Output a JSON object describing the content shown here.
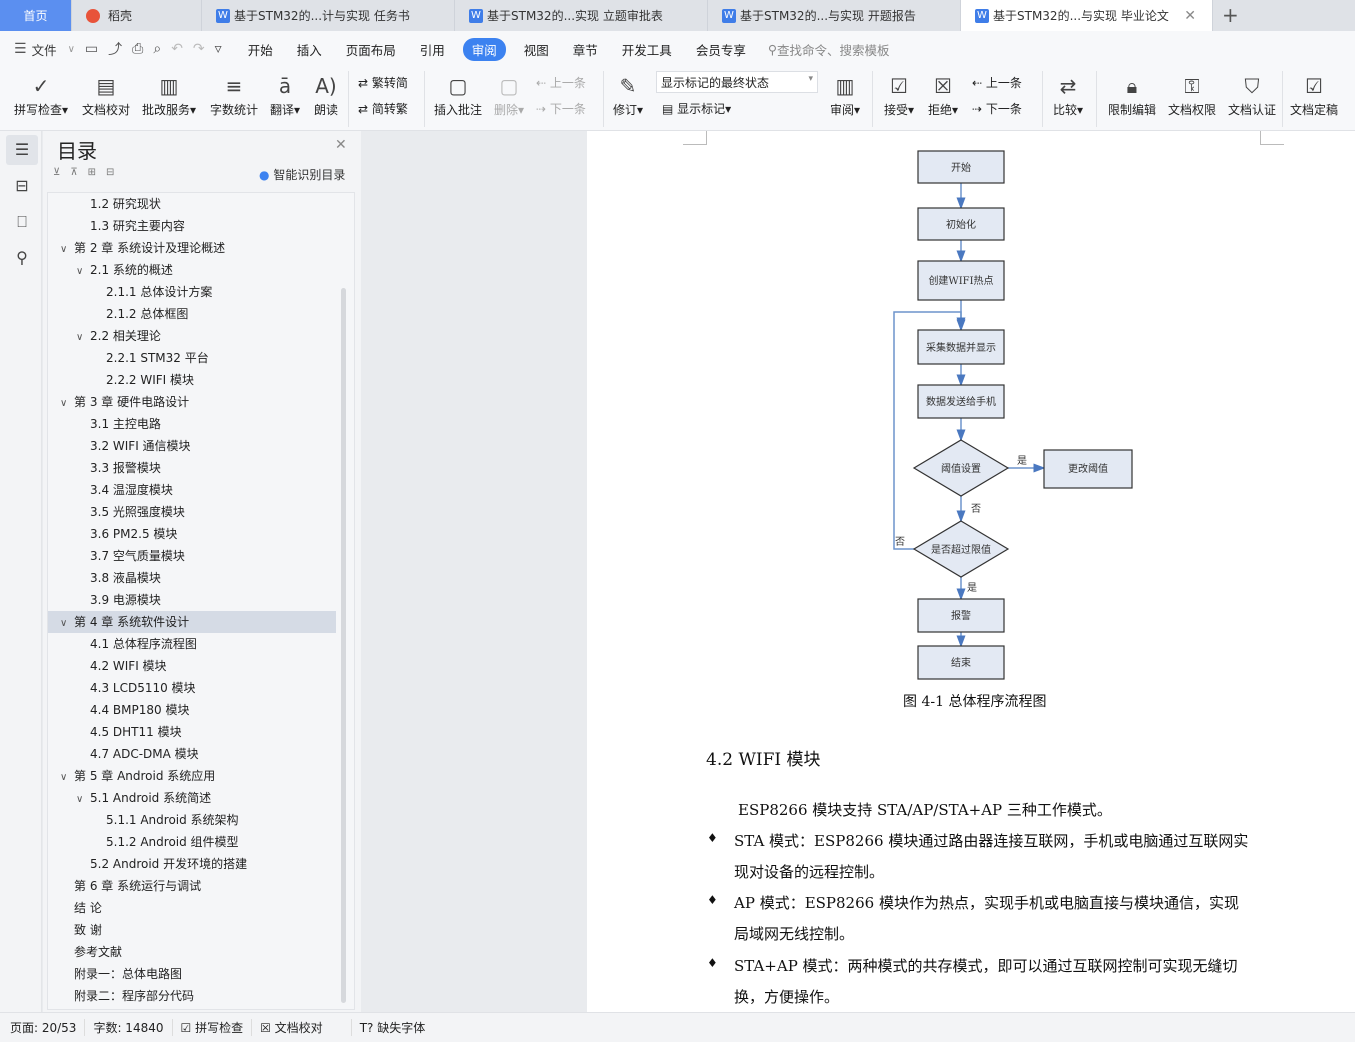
{
  "tabs": [
    {
      "label": "首页"
    },
    {
      "label": "稻壳"
    },
    {
      "label": "基于STM32的...计与实现 任务书"
    },
    {
      "label": "基于STM32的...实现 立题审批表"
    },
    {
      "label": "基于STM32的...与实现 开题报告"
    },
    {
      "label": "基于STM32的...与实现 毕业论文"
    }
  ],
  "menu": {
    "file": "文件",
    "items": [
      "开始",
      "插入",
      "页面布局",
      "引用",
      "审阅",
      "视图",
      "章节",
      "开发工具",
      "会员专享"
    ],
    "search": "查找命令、搜索模板"
  },
  "ribbon": {
    "spell": "拼写检查",
    "proof": "文档校对",
    "correct": "批改服务",
    "count": "字数统计",
    "translate": "翻译",
    "read": "朗读",
    "t2s": "繁转简",
    "s2t": "简转繁",
    "insert_comment": "插入批注",
    "delete": "删除",
    "prev": "上一条",
    "next": "下一条",
    "revise": "修订",
    "markup_state": "显示标记的最终状态",
    "show_markup": "显示标记",
    "review": "审阅",
    "accept": "接受",
    "reject": "拒绝",
    "prev2": "上一条",
    "next2": "下一条",
    "compare": "比较",
    "restrict": "限制编辑",
    "permission": "文档权限",
    "certify": "文档认证",
    "finalize": "文档定稿"
  },
  "toc": {
    "title": "目录",
    "smart": "智能识别目录",
    "items": [
      {
        "label": "1.2  研究现状",
        "level": 2
      },
      {
        "label": "1.3  研究主要内容",
        "level": 2
      },
      {
        "label": "第 2 章  系统设计及理论概述",
        "level": 1,
        "exp": true
      },
      {
        "label": "2.1  系统的概述",
        "level": 2,
        "exp": true
      },
      {
        "label": "2.1.1  总体设计方案",
        "level": 3
      },
      {
        "label": "2.1.2  总体框图",
        "level": 3
      },
      {
        "label": "2.2  相关理论",
        "level": 2,
        "exp": true
      },
      {
        "label": "2.2.1 STM32 平台",
        "level": 3
      },
      {
        "label": "2.2.2 WIFI 模块",
        "level": 3
      },
      {
        "label": "第 3 章  硬件电路设计",
        "level": 1,
        "exp": true
      },
      {
        "label": "3.1  主控电路",
        "level": 2
      },
      {
        "label": "3.2 WIFI 通信模块",
        "level": 2
      },
      {
        "label": "3.3  报警模块",
        "level": 2
      },
      {
        "label": "3.4  温湿度模块",
        "level": 2
      },
      {
        "label": "3.5  光照强度模块",
        "level": 2
      },
      {
        "label": "3.6 PM2.5 模块",
        "level": 2
      },
      {
        "label": "3.7  空气质量模块",
        "level": 2
      },
      {
        "label": "3.8  液晶模块",
        "level": 2
      },
      {
        "label": "3.9  电源模块",
        "level": 2
      },
      {
        "label": "第 4 章  系统软件设计",
        "level": 1,
        "exp": true,
        "sel": true
      },
      {
        "label": "4.1  总体程序流程图",
        "level": 2
      },
      {
        "label": "4.2 WIFI 模块",
        "level": 2
      },
      {
        "label": "4.3 LCD5110 模块",
        "level": 2
      },
      {
        "label": "4.4 BMP180 模块",
        "level": 2
      },
      {
        "label": "4.5 DHT11 模块",
        "level": 2
      },
      {
        "label": "4.7 ADC-DMA 模块",
        "level": 2
      },
      {
        "label": "第 5 章  Android 系统应用",
        "level": 1,
        "exp": true
      },
      {
        "label": "5.1 Android 系统简述",
        "level": 2,
        "exp": true
      },
      {
        "label": "5.1.1 Android 系统架构",
        "level": 3
      },
      {
        "label": "5.1.2 Android 组件模型",
        "level": 3
      },
      {
        "label": "5.2 Android 开发环境的搭建",
        "level": 2
      },
      {
        "label": "第 6 章  系统运行与调试",
        "level": 1
      },
      {
        "label": "结    论",
        "level": 1
      },
      {
        "label": "致    谢",
        "level": 1
      },
      {
        "label": "参考文献",
        "level": 1
      },
      {
        "label": "附录一：总体电路图",
        "level": 1
      },
      {
        "label": "附录二：程序部分代码",
        "level": 1
      }
    ]
  },
  "flow": {
    "start": "开始",
    "init": "初始化",
    "wifi": "创建WIFI热点",
    "collect": "采集数据并显示",
    "send": "数据发送给手机",
    "thr": "阈值设置",
    "change": "更改阈值",
    "exceed": "是否超过限值",
    "alarm": "报警",
    "end": "结束",
    "yes": "是",
    "no": "否",
    "caption": "图 4-1 总体程序流程图"
  },
  "doc": {
    "heading": "4.2 WIFI 模块",
    "p1": "ESP8266 模块支持 STA/AP/STA+AP 三种工作模式。",
    "b1a": "STA 模式：ESP8266 模块通过路由器连接互联网，手机或电脑通过互联网实",
    "b1b": "现对设备的远程控制。",
    "b2a": "AP 模式：ESP8266 模块作为热点，实现手机或电脑直接与模块通信，实现",
    "b2b": "局域网无线控制。",
    "b3a": "STA+AP 模式：两种模式的共存模式，即可以通过互联网控制可实现无缝切",
    "b3b": "换，方便操作。",
    "bullet": "♦"
  },
  "status": {
    "page": "页面: 20/53",
    "words": "字数: 14840",
    "spell": "拼写检查",
    "proof": "文档校对",
    "font": "缺失字体"
  }
}
